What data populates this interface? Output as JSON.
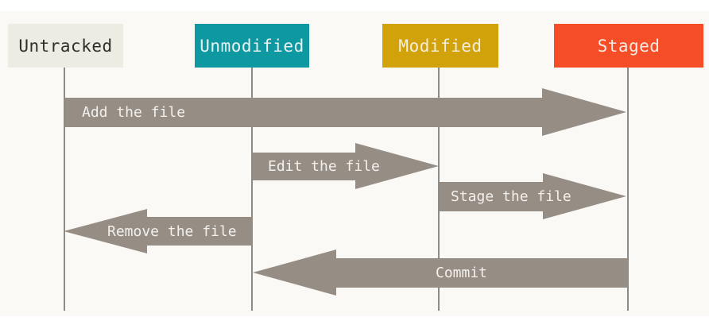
{
  "diagram": {
    "type": "state-lifecycle",
    "subject": "git-file-status"
  },
  "states": [
    {
      "id": "untracked",
      "label": "Untracked",
      "bg": "#EDECE2",
      "fg": "#2E2E2A"
    },
    {
      "id": "unmodified",
      "label": "Unmodified",
      "bg": "#0E99A2",
      "fg": "#EAF2F1"
    },
    {
      "id": "modified",
      "label": "Modified",
      "bg": "#D2A20B",
      "fg": "#F3EDDC"
    },
    {
      "id": "staged",
      "label": "Staged",
      "bg": "#F54D27",
      "fg": "#F6EAE3"
    }
  ],
  "transitions": [
    {
      "label": "Add the file",
      "from": "untracked",
      "to": "staged",
      "direction": "right"
    },
    {
      "label": "Edit the file",
      "from": "unmodified",
      "to": "modified",
      "direction": "right"
    },
    {
      "label": "Stage the file",
      "from": "modified",
      "to": "staged",
      "direction": "right"
    },
    {
      "label": "Remove the file",
      "from": "unmodified",
      "to": "untracked",
      "direction": "left"
    },
    {
      "label": "Commit",
      "from": "staged",
      "to": "unmodified",
      "direction": "left"
    }
  ],
  "colors": {
    "background": "#FAF9F6",
    "lifeline": "#8D8B86",
    "arrow": "#968D85",
    "arrow_label": "#F3F1ED",
    "untracked_bg": "#EDECE2",
    "unmodified_bg": "#0E99A2",
    "modified_bg": "#D2A20B",
    "staged_bg": "#F54D27"
  }
}
